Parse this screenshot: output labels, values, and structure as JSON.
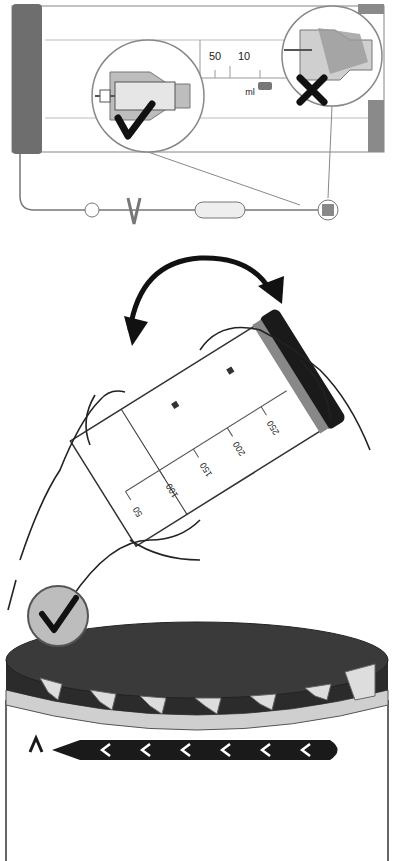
{
  "diagram": {
    "labels": [
      "50",
      "10",
      "ml",
      "50",
      "100",
      "150",
      "200",
      "250"
    ]
  }
}
